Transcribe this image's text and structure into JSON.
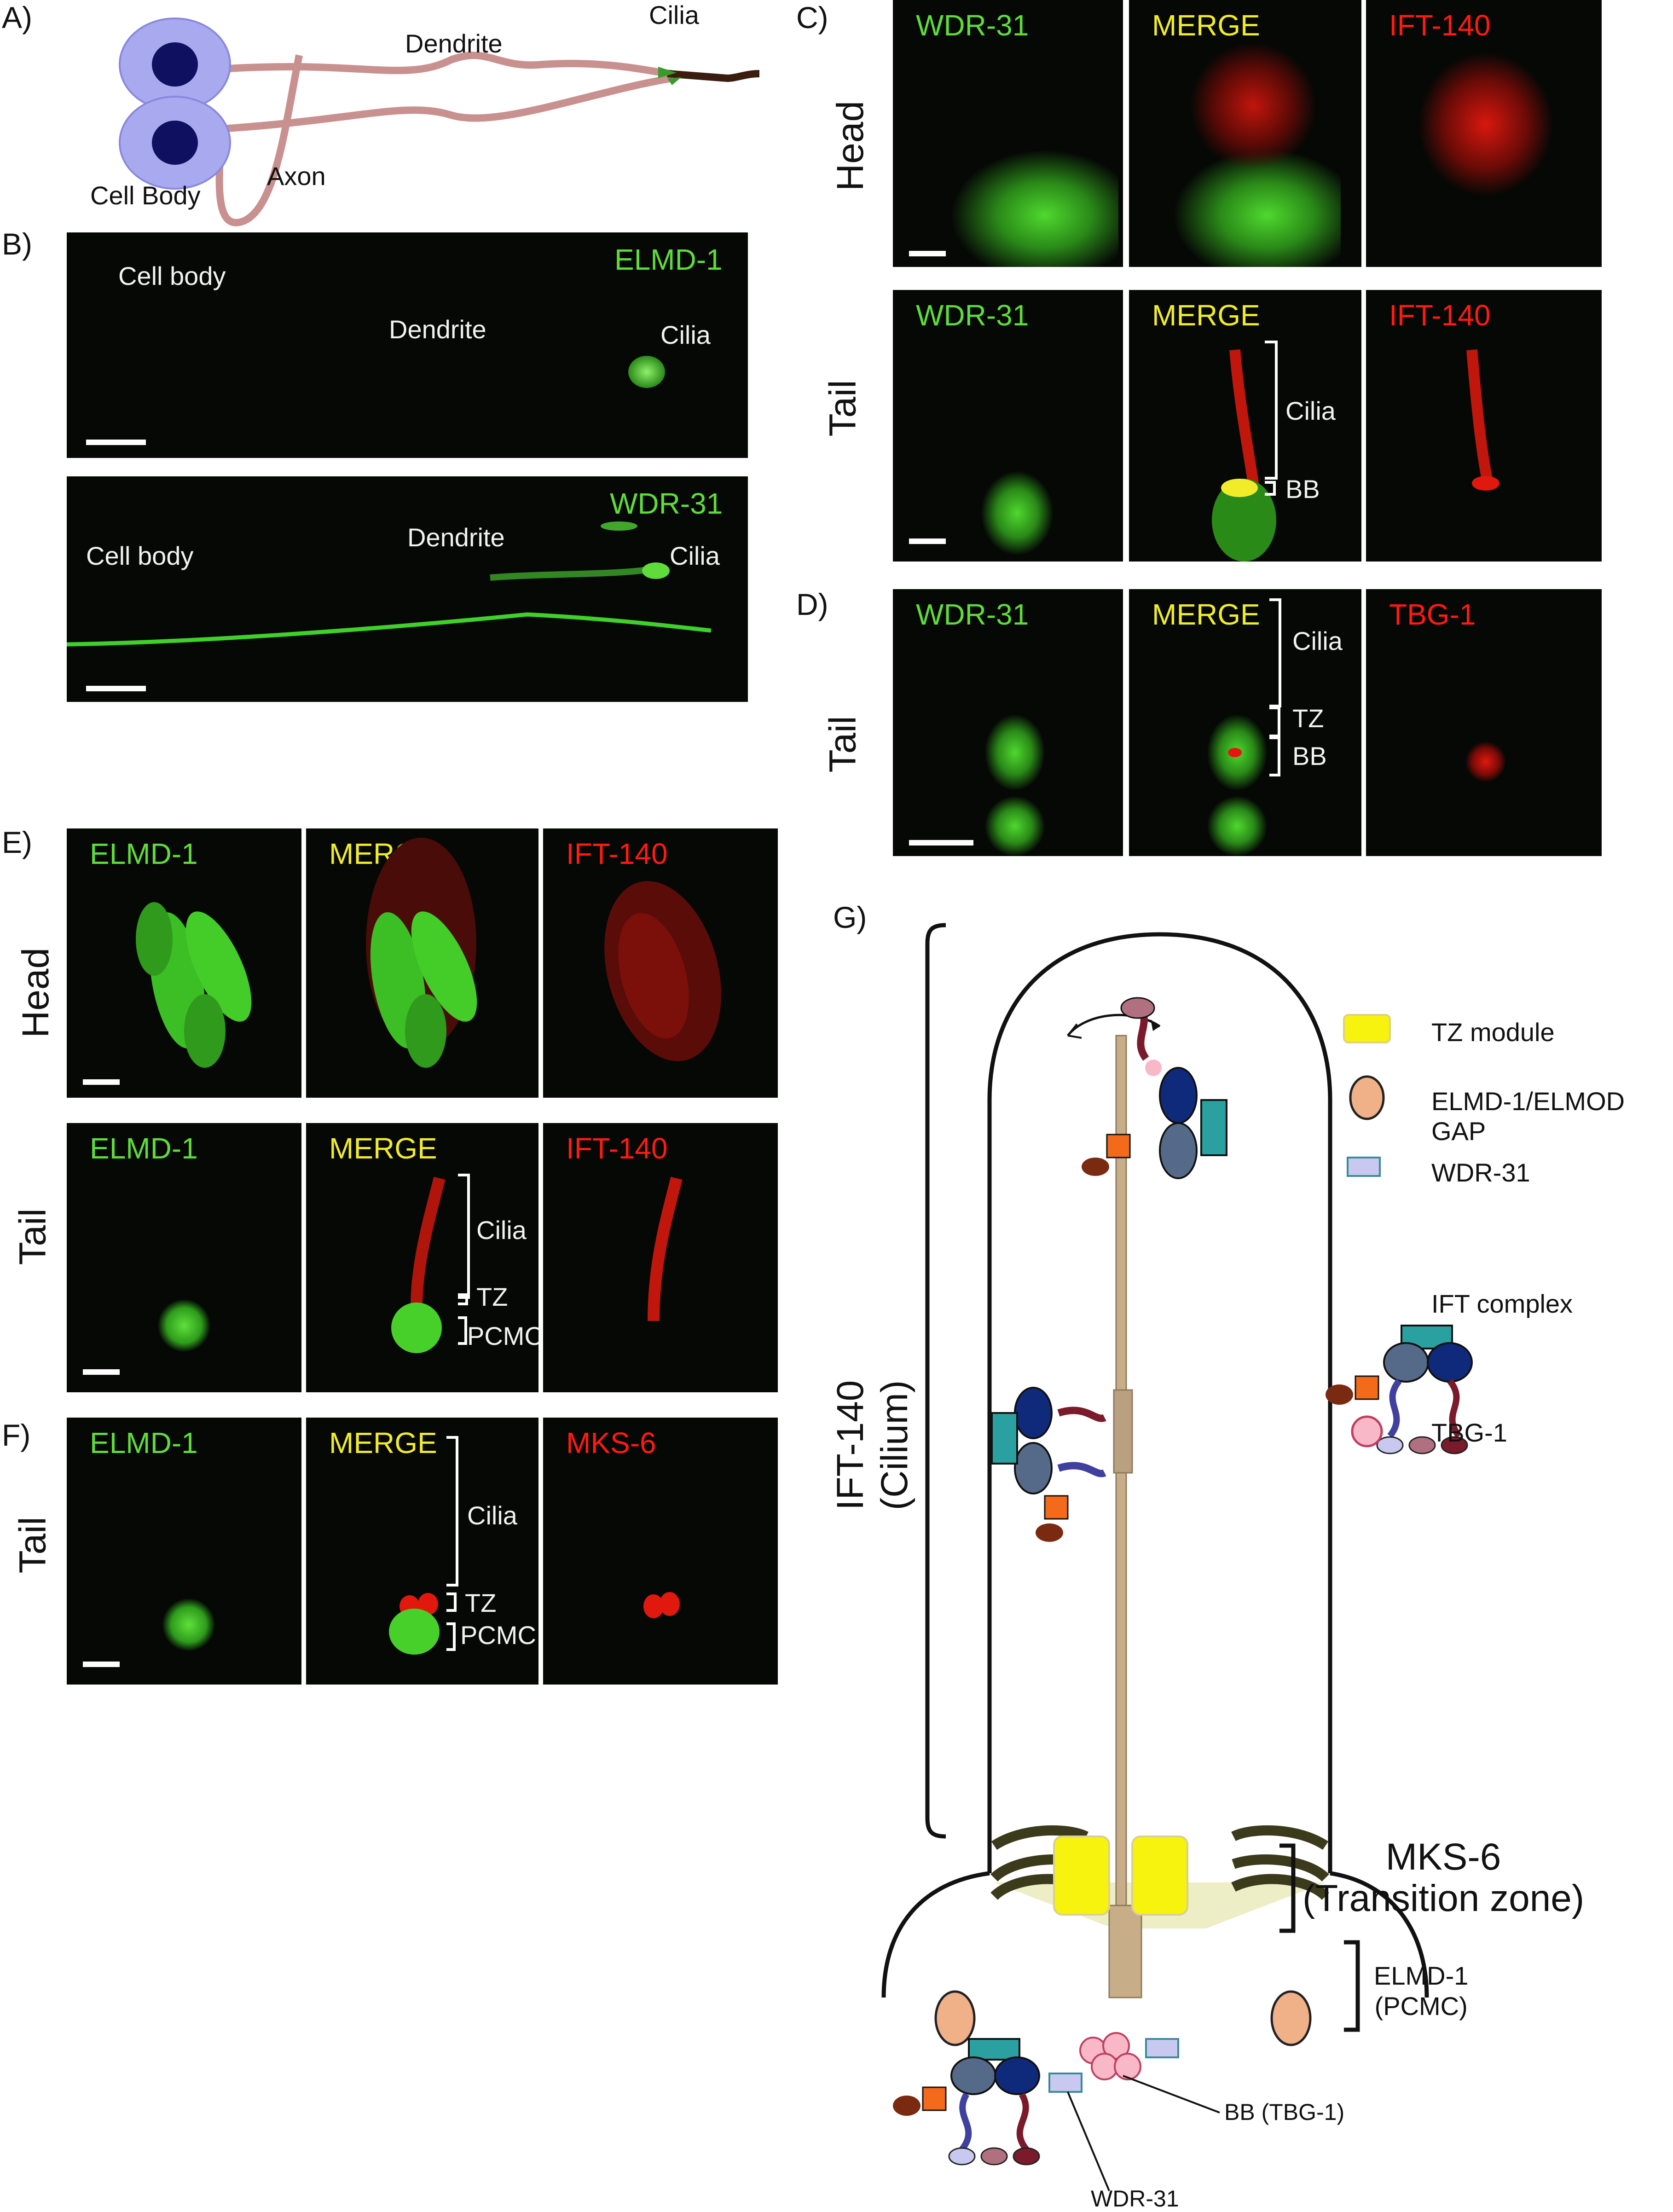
{
  "panel_labels": {
    "a": "A)",
    "b": "B)",
    "c": "C)",
    "d": "D)",
    "e": "E)",
    "f": "F)",
    "g": "G)"
  },
  "panel_a": {
    "cilia": "Cilia",
    "dendrite": "Dendrite",
    "axon": "Axon",
    "cell_body": "Cell Body"
  },
  "panel_b": {
    "top": {
      "marker": "ELMD-1",
      "cell_body": "Cell body",
      "dendrite": "Dendrite",
      "cilia": "Cilia"
    },
    "bottom": {
      "marker": "WDR-31",
      "cell_body": "Cell body",
      "dendrite": "Dendrite",
      "cilia": "Cilia"
    }
  },
  "panel_c": {
    "rows": [
      "Head",
      "Tail"
    ],
    "channels": [
      "WDR-31",
      "MERGE",
      "IFT-140"
    ],
    "annot": {
      "cilia": "Cilia",
      "bb": "BB"
    }
  },
  "panel_d": {
    "row": "Tail",
    "channels": [
      "WDR-31",
      "MERGE",
      "TBG-1"
    ],
    "annot": {
      "cilia": "Cilia",
      "tz": "TZ",
      "bb": "BB"
    }
  },
  "panel_e": {
    "rows": [
      "Head",
      "Tail"
    ],
    "channels": [
      "ELMD-1",
      "MERGE",
      "IFT-140"
    ],
    "annot": {
      "cilia": "Cilia",
      "tz": "TZ",
      "pcmc": "PCMC"
    }
  },
  "panel_f": {
    "row": "Tail",
    "channels": [
      "ELMD-1",
      "MERGE",
      "MKS-6"
    ],
    "annot": {
      "cilia": "Cilia",
      "tz": "TZ",
      "pcmc": "PCMC"
    }
  },
  "panel_g": {
    "legend": [
      "TZ module",
      "ELMD-1/ELMOD GAP",
      "WDR-31",
      "IFT complex",
      "TBG-1"
    ],
    "cilium_label_1": "IFT-140",
    "cilium_label_2": "(Cilium)",
    "tz_label_1": "MKS-6",
    "tz_label_2": "(Transition zone)",
    "pcmc_label_1": "ELMD-1",
    "pcmc_label_2": "(PCMC)",
    "bb_label": "BB (TBG-1)",
    "wdr_label": "WDR-31"
  },
  "colors": {
    "green": "#5fdc3a",
    "yellow": "#f1ec2a",
    "red": "#ff1a12",
    "panel_bg": "#050805"
  }
}
